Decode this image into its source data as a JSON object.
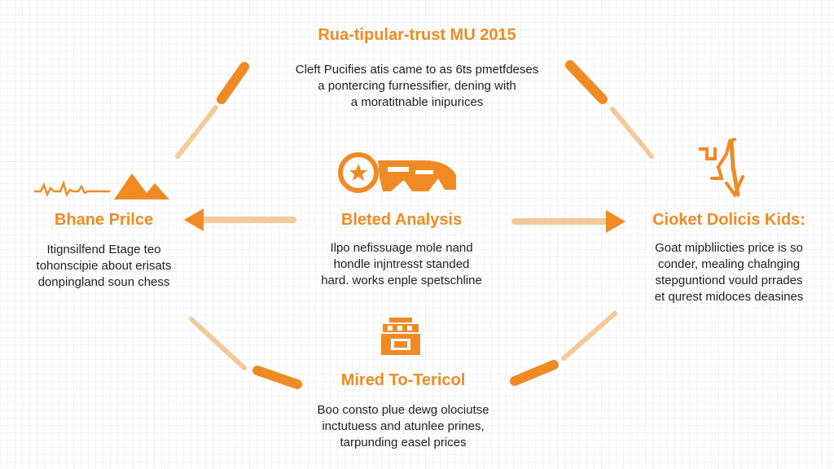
{
  "colors": {
    "accent": "#f08a24",
    "accent_light": "#f5c89a",
    "text": "#1f1f1f"
  },
  "nodes": {
    "top": {
      "title": "Rua-tipular-trust MU 2015",
      "lines": [
        "Cleft Pucifies atis came to as 6ts pmetfdeses",
        "a pontercing furnessifier, dening with",
        "a moratitnable inipurices"
      ],
      "icon": "none"
    },
    "left": {
      "title": "Bhane Prilce",
      "lines": [
        "Itignsilfend Etage teo",
        "tohonscipie about erisats",
        "donpingland soun chess"
      ],
      "icon": "mountain-pulse-icon"
    },
    "center": {
      "title": "Bleted Analysis",
      "lines": [
        "Ilpo nefissuage mole nand",
        "hondle injntresst standed",
        "hard. works enple spetschline"
      ],
      "icon": "star-gear-machine-icon"
    },
    "right": {
      "title": "Cioket Dolicis Kids:",
      "lines": [
        "Goat mipbliicties price is so",
        "conder, mealing chalnging",
        "stepguntiond vould prrades",
        "et qurest midoces deasines"
      ],
      "icon": "chart-trend-icon"
    },
    "bottom": {
      "title": "Mired To-Tericol",
      "lines": [
        "Boo consto plue dewg olociutse",
        "inctutuess and atunlee prines,",
        "tarpunding easel prices"
      ],
      "icon": "stacked-box-icon"
    }
  }
}
